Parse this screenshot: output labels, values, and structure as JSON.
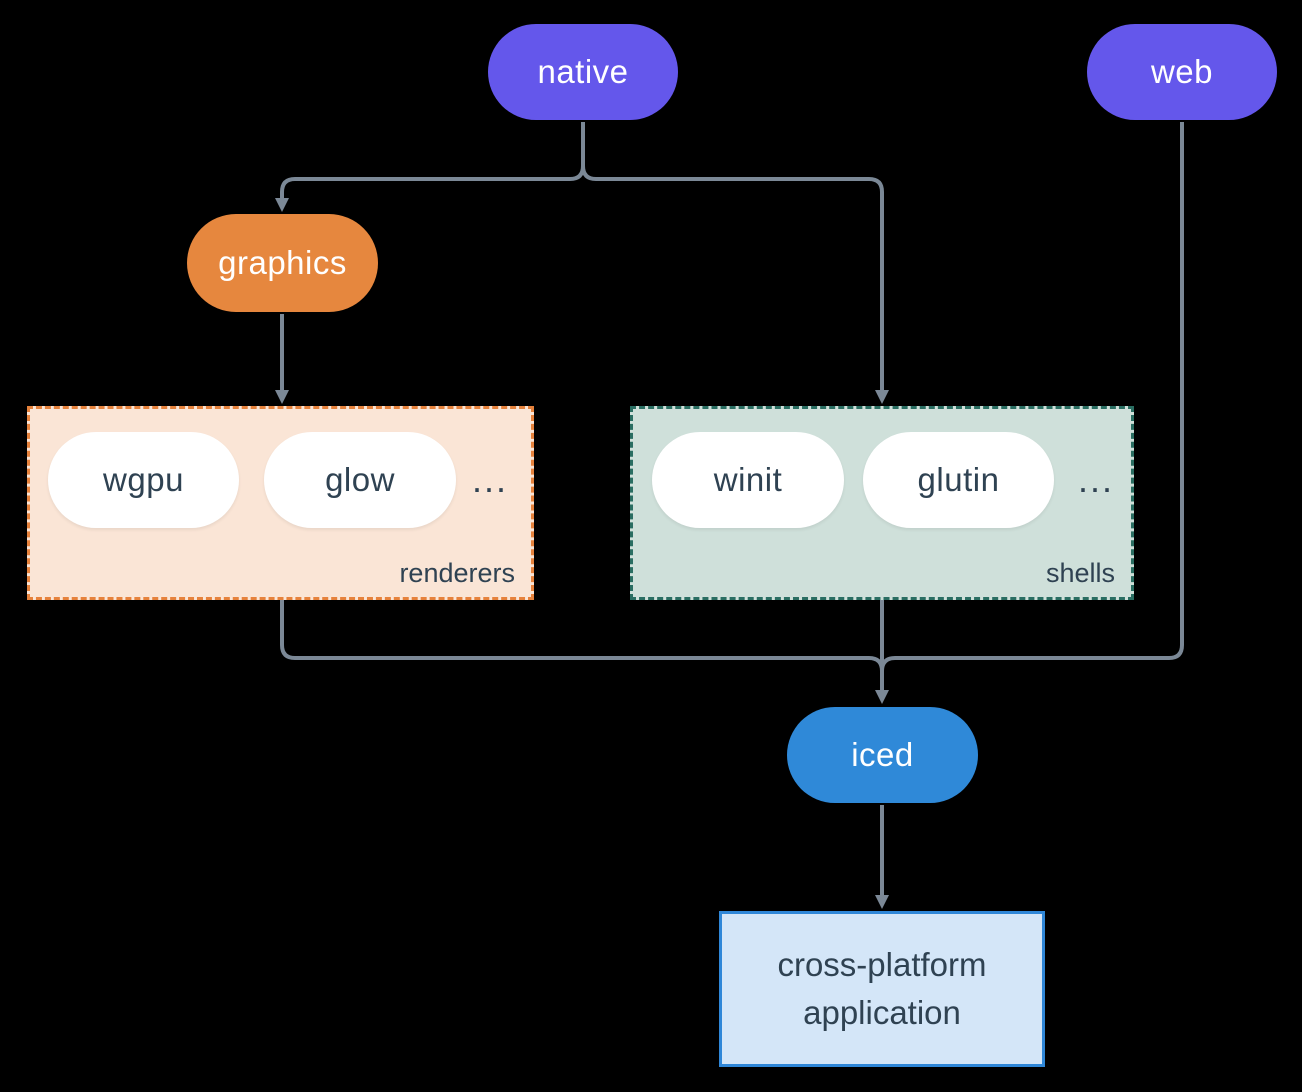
{
  "title": "iced ecosystem diagram",
  "colors": {
    "bg": "#000000",
    "line": "#7b8896",
    "ink": "#2f4252",
    "purple": "#6457eb",
    "orange": "#e6873e",
    "blue": "#2f89d8",
    "pill-white": "#ffffff",
    "renderers-fill": "#fae5d6",
    "renderers-border": "#e6823c",
    "shells-fill": "#cfe0da",
    "shells-border": "#2a6e62",
    "app-fill": "#d4e6f8",
    "app-border": "#2f87d8"
  },
  "nodes": {
    "native": {
      "label": "native"
    },
    "web": {
      "label": "web"
    },
    "graphics": {
      "label": "graphics"
    },
    "iced": {
      "label": "iced"
    },
    "app": {
      "label": "cross-platform application"
    }
  },
  "groups": {
    "renderers": {
      "label": "renderers",
      "items": {
        "0": "wgpu",
        "1": "glow"
      },
      "ellipsis": "..."
    },
    "shells": {
      "label": "shells",
      "items": {
        "0": "winit",
        "1": "glutin"
      },
      "ellipsis": "..."
    }
  },
  "edges": {
    "list": [
      "native -> graphics",
      "native -> shells",
      "graphics -> renderers",
      "renderers -> iced",
      "shells -> iced",
      "web -> iced",
      "iced -> cross-platform application"
    ]
  }
}
